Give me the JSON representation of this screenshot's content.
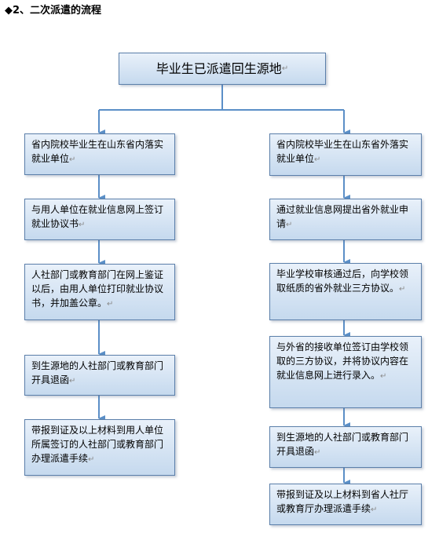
{
  "heading": "◆2、二次派遣的流程",
  "top_box": "毕业生已派遣回生源地",
  "left_column": [
    "省内院校毕业生在山东省内落实就业单位",
    "与用人单位在就业信息网上签订就业协议书",
    "人社部门或教育部门在网上鉴证以后，由用人单位打印就业协议书，并加盖公章。",
    "到生源地的人社部门或教育部门开具退函",
    "带报到证及以上材料到用人单位所属签订的人社部门或教育部门办理派遣手续"
  ],
  "right_column": [
    "省内院校毕业生在山东省外落实就业单位",
    "通过就业信息网提出省外就业申请",
    "毕业学校审核通过后，向学校领取纸质的省外就业三方协议。",
    "与外省的接收单位签订由学校领取的三方协议，并将协议内容在就业信息网上进行录入。",
    "到生源地的人社部门或教育部门开具退函",
    "带报到证及以上材料到省人社厅或教育厅办理派遣手续"
  ],
  "colors": {
    "box_border": "#5b7faa",
    "box_fill_top": "#e9f1fa",
    "box_fill_bottom": "#c5d9ee",
    "connector": "#5b8fc7"
  }
}
